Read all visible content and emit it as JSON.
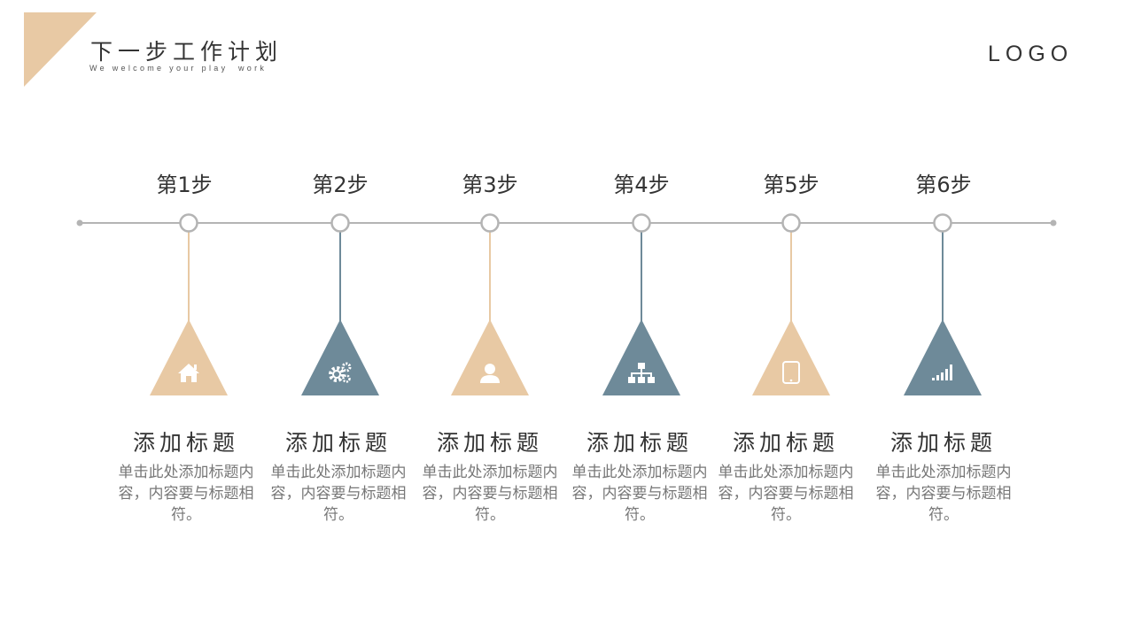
{
  "header": {
    "title": "下一步工作计划",
    "subtitle": "We welcome your play  work",
    "logo": "LOGO"
  },
  "colors": {
    "tan": "#e8c9a4",
    "slate": "#6e8a99",
    "line": "#b4b4b4"
  },
  "steps": [
    {
      "label": "第1步",
      "title": "添加标题",
      "desc": "单击此处添加标题内容，内容要与标题相符。",
      "icon": "home-icon",
      "color": "tan"
    },
    {
      "label": "第2步",
      "title": "添加标题",
      "desc": "单击此处添加标题内容，内容要与标题相符。",
      "icon": "gears-icon",
      "color": "slate"
    },
    {
      "label": "第3步",
      "title": "添加标题",
      "desc": "单击此处添加标题内容，内容要与标题相符。",
      "icon": "user-icon",
      "color": "tan"
    },
    {
      "label": "第4步",
      "title": "添加标题",
      "desc": "单击此处添加标题内容，内容要与标题相符。",
      "icon": "sitemap-icon",
      "color": "slate"
    },
    {
      "label": "第5步",
      "title": "添加标题",
      "desc": "单击此处添加标题内容，内容要与标题相符。",
      "icon": "tablet-icon",
      "color": "tan"
    },
    {
      "label": "第6步",
      "title": "添加标题",
      "desc": "单击此处添加标题内容，内容要与标题相符。",
      "icon": "signal-icon",
      "color": "slate"
    }
  ]
}
